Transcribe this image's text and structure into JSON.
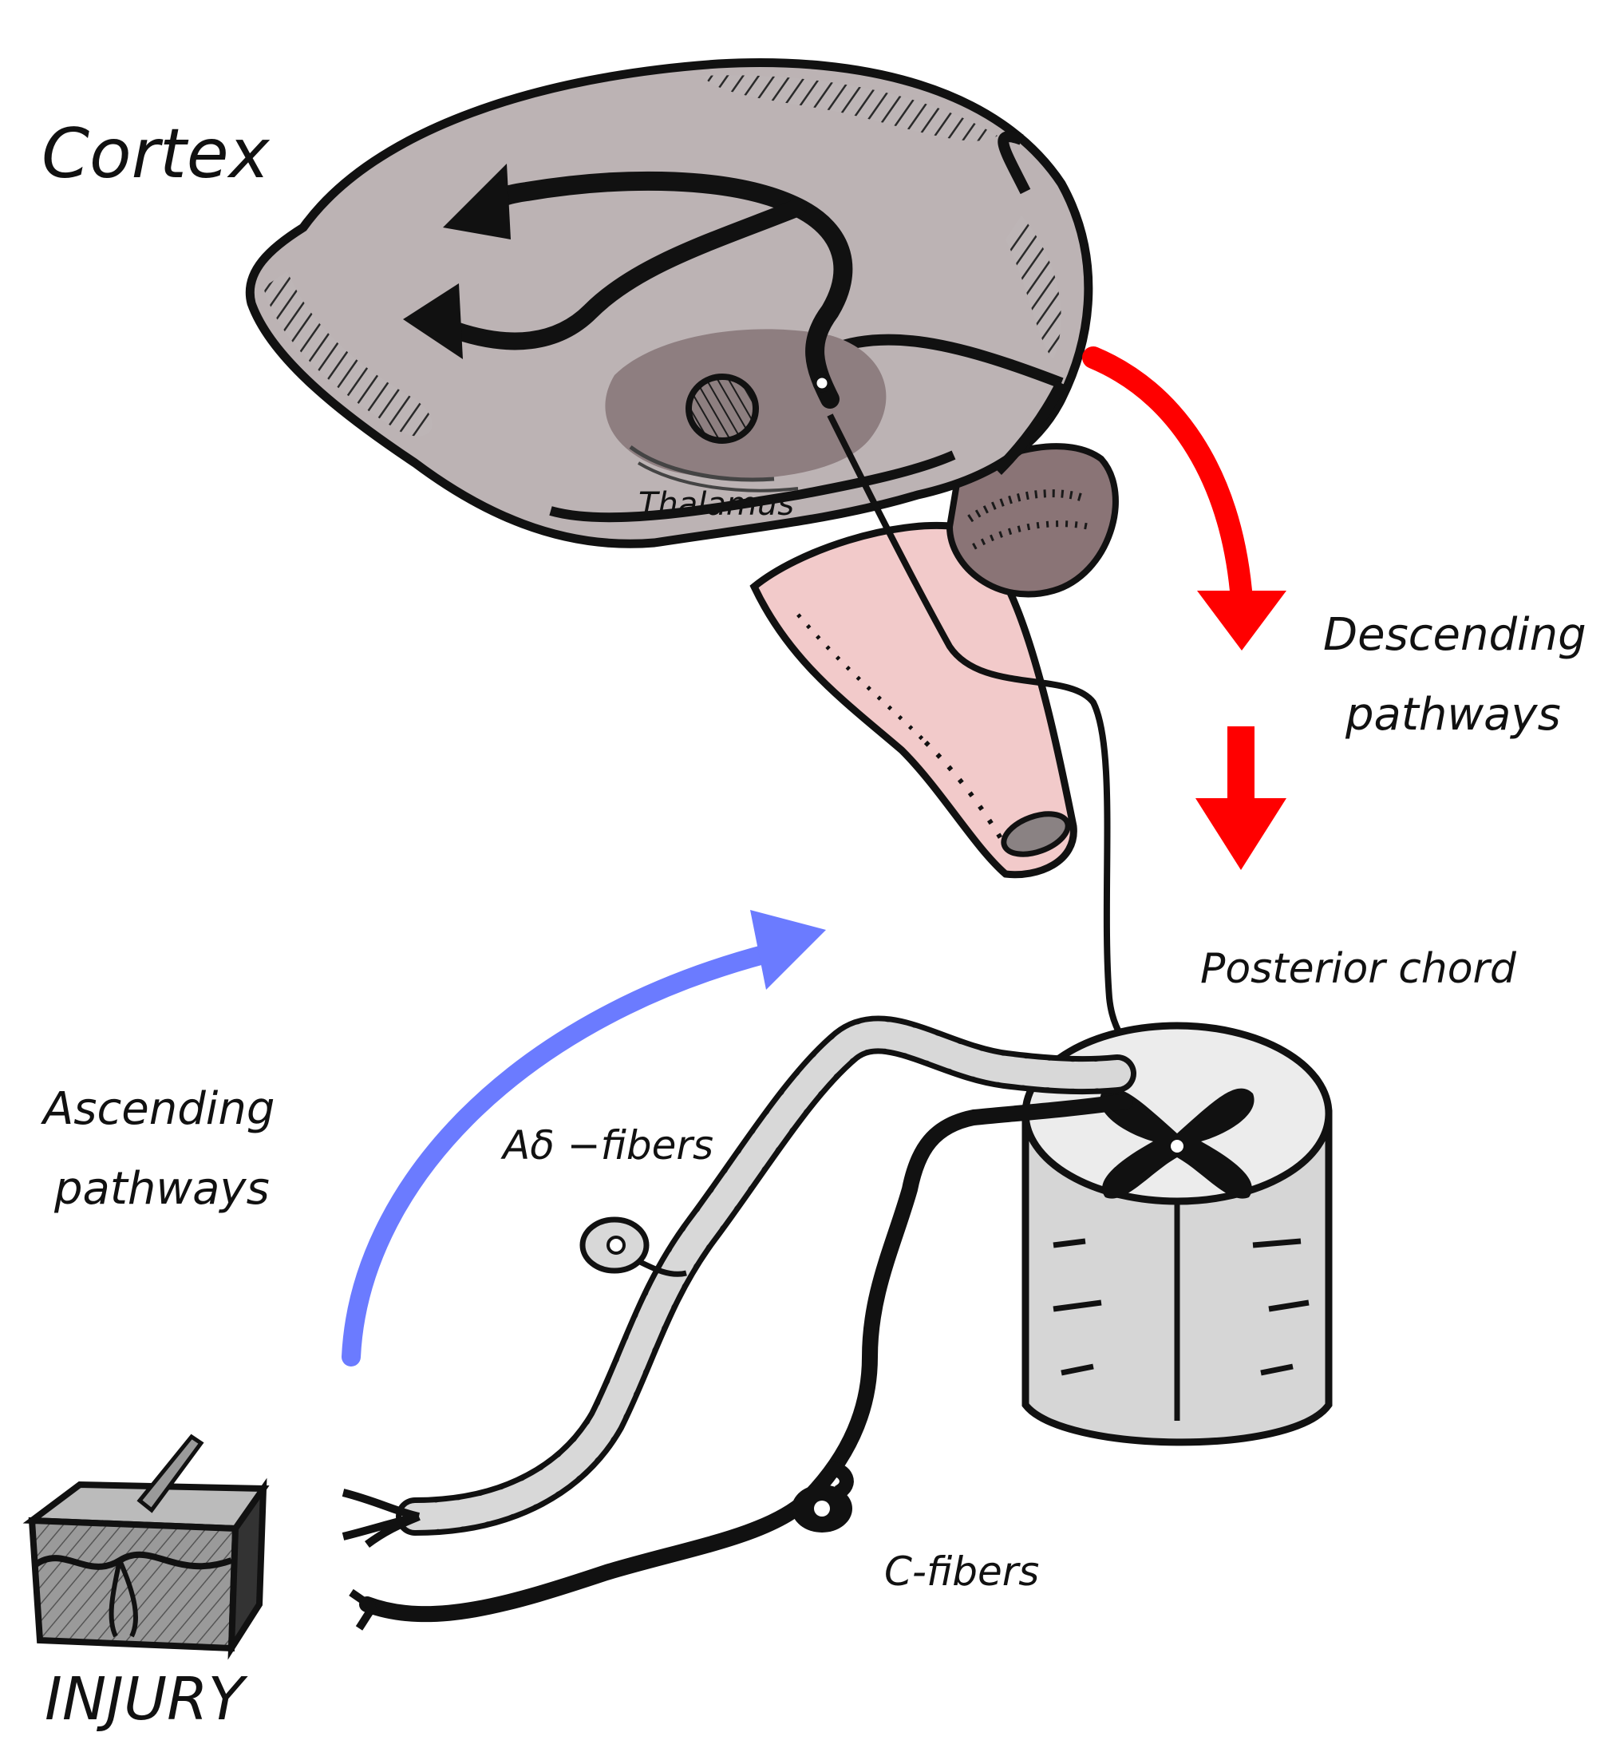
{
  "labels": {
    "cortex": "Cortex",
    "thalamus": "Thalamus",
    "descending_line1": "Descending",
    "descending_line2": "pathways",
    "posterior_chord": "Posterior chord",
    "ascending_line1": "Ascending",
    "ascending_line2": "pathways",
    "a_delta_fibers": "Aδ −fibers",
    "c_fibers": "C-fibers",
    "injury": "INJURY"
  },
  "icons": {
    "brain": "brain-icon",
    "brainstem": "brainstem-icon",
    "spinal_cord": "spinal-cord-section-icon",
    "skin": "skin-injury-icon"
  },
  "colors": {
    "descending_arrow": "#ff0000",
    "ascending_arrow": "#6b7bff",
    "brain_fill": "#b9b2b3",
    "brainstem_fill": "#f2caca",
    "outline": "#111111"
  }
}
